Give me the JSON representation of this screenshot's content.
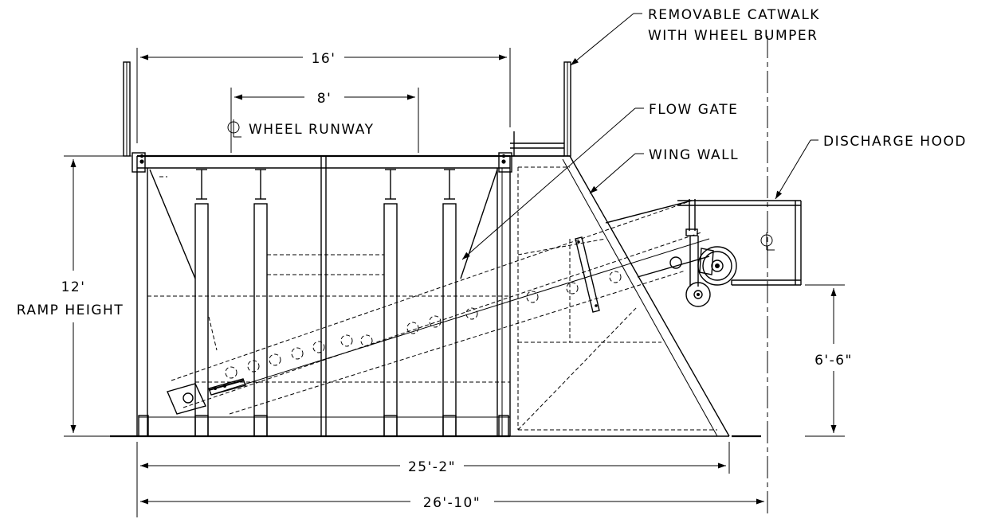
{
  "labels": {
    "catwalk_line1": "REMOVABLE CATWALK",
    "catwalk_line2": "WITH WHEEL BUMPER",
    "flow_gate": "FLOW GATE",
    "wing_wall": "WING WALL",
    "discharge_hood": "DISCHARGE HOOD",
    "wheel_runway": "WHEEL RUNWAY",
    "ramp_height_value": "12'",
    "ramp_height_label": "RAMP HEIGHT"
  },
  "dimensions": {
    "top_width": "16'",
    "runway_width": "8'",
    "discharge_height": "6'-6\"",
    "length_overall": "25'-2\"",
    "length_to_centerline": "26'-10\""
  },
  "symbols": {
    "centerline": "centerline-symbol"
  }
}
